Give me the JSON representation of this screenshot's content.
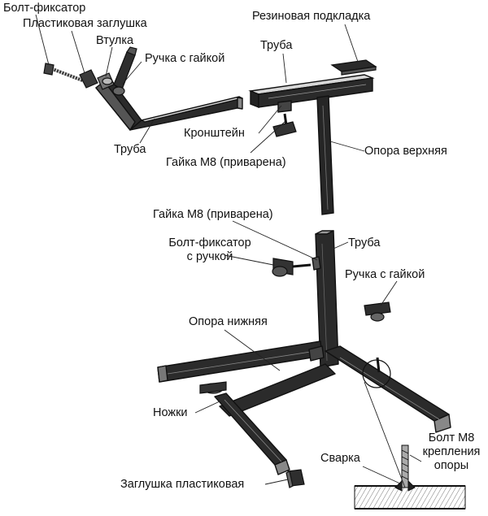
{
  "diagram": {
    "labels": {
      "bolt_lock": "Болт-фиксатор",
      "plastic_plug_top": "Пластиковая заглушка",
      "sleeve": "Втулка",
      "handle_nut_top": "Ручка с гайкой",
      "rubber_pad": "Резиновая подкладка",
      "tube_top_right": "Труба",
      "tube_top_left": "Труба",
      "bracket": "Кронштейн",
      "nut_m8_welded_top": "Гайка М8 (приварена)",
      "upper_support": "Опора верхняя",
      "nut_m8_welded_mid": "Гайка М8 (приварена)",
      "bolt_lock_handle_1": "Болт-фиксатор",
      "bolt_lock_handle_2": "с ручкой",
      "tube_mid": "Труба",
      "handle_nut_mid": "Ручка с гайкой",
      "lower_support": "Опора нижняя",
      "legs": "Ножки",
      "bolt_m8_1": "Болт М8",
      "bolt_m8_2": "крепления",
      "bolt_m8_3": "опоры",
      "welding": "Сварка",
      "plastic_plug_bottom": "Заглушка пластиковая"
    }
  }
}
